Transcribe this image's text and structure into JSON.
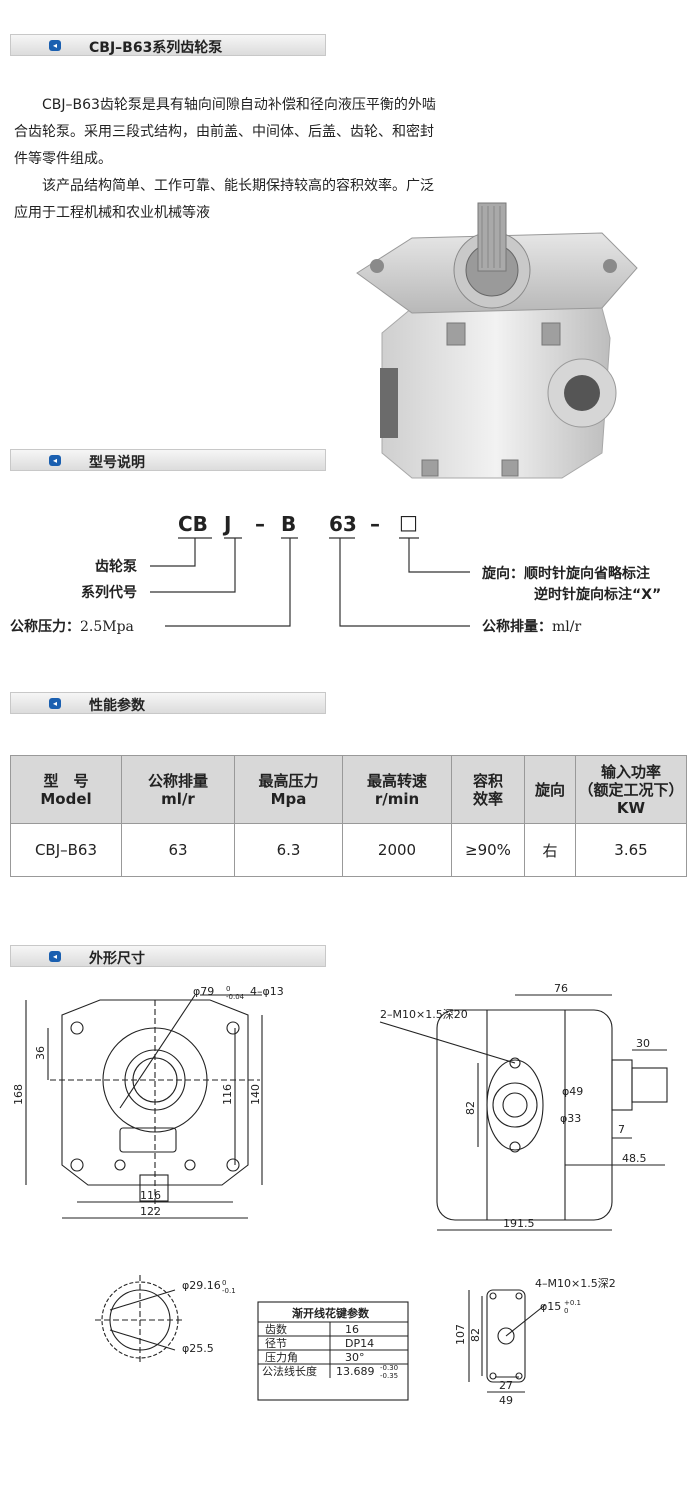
{
  "sections": {
    "s1": "CBJ–B63系列齿轮泵",
    "s2": "型号说明",
    "s3": "性能参数",
    "s4": "外形尺寸"
  },
  "intro": {
    "p1": "CBJ–B63齿轮泵是具有轴向间隙自动补偿和径向液压平衡的外啮合齿轮泵。采用三段式结构，由前盖、中间体、后盖、齿轮、和密封件等零件组成。",
    "p2": "该产品结构简单、工作可靠、能长期保持较高的容积效率。广泛应用于工程机械和农业机械等液"
  },
  "model": {
    "cb": "CB",
    "j": "J",
    "dash1": "–",
    "b": "B",
    "n63": "63",
    "dash2": "–",
    "box": "□",
    "l1": "齿轮泵",
    "l2": "系列代号",
    "l3_a": "公称压力：",
    "l3_b": "2.5Mpa",
    "r1": "旋向：顺时针旋向省略标注",
    "r2": "逆时针旋向标注“X”",
    "r3_a": "公称排量：",
    "r3_b": "ml/r"
  },
  "table": {
    "headers": [
      [
        "型　号",
        "Model"
      ],
      [
        "公称排量",
        "ml/r"
      ],
      [
        "最高压力",
        "Mpa"
      ],
      [
        "最高转速",
        "r/min"
      ],
      [
        "容积",
        "效率"
      ],
      [
        "旋向"
      ],
      [
        "输入功率",
        "（额定工况下）",
        "KW"
      ]
    ],
    "row": [
      "CBJ–B63",
      "63",
      "6.3",
      "2000",
      "≥90%",
      "右",
      "3.65"
    ]
  },
  "dims": {
    "d79": "φ79",
    "d79tol_up": "0",
    "d79tol_dn": "-0.04",
    "holes": "4–φ13",
    "v36": "36",
    "v168": "168",
    "v116v": "116",
    "v140": "140",
    "h116": "116",
    "h122": "122",
    "m10a": "2–M10×1.5深20",
    "h76": "76",
    "h30": "30",
    "d49": "φ49",
    "d33": "φ33",
    "v82": "82",
    "h7": "7",
    "h48": "48.5",
    "h191": "191.5",
    "d2916": "φ29.16",
    "d2916_up": "0",
    "d2916_dn": "-0.1",
    "d255": "φ25.5",
    "m10b": "4–M10×1.5深2",
    "d15": "φ15",
    "d15_up": "+0.1",
    "d15_dn": "0",
    "v107": "107",
    "v82b": "82",
    "h27": "27",
    "h49": "49"
  },
  "spline": {
    "title": "渐开线花键参数",
    "rows": [
      [
        "齿数",
        "16"
      ],
      [
        "径节",
        "DP14"
      ],
      [
        "压力角",
        "30°"
      ],
      [
        "公法线长度",
        "13.689"
      ]
    ],
    "tol_up": "-0.30",
    "tol_dn": "-0.35"
  }
}
